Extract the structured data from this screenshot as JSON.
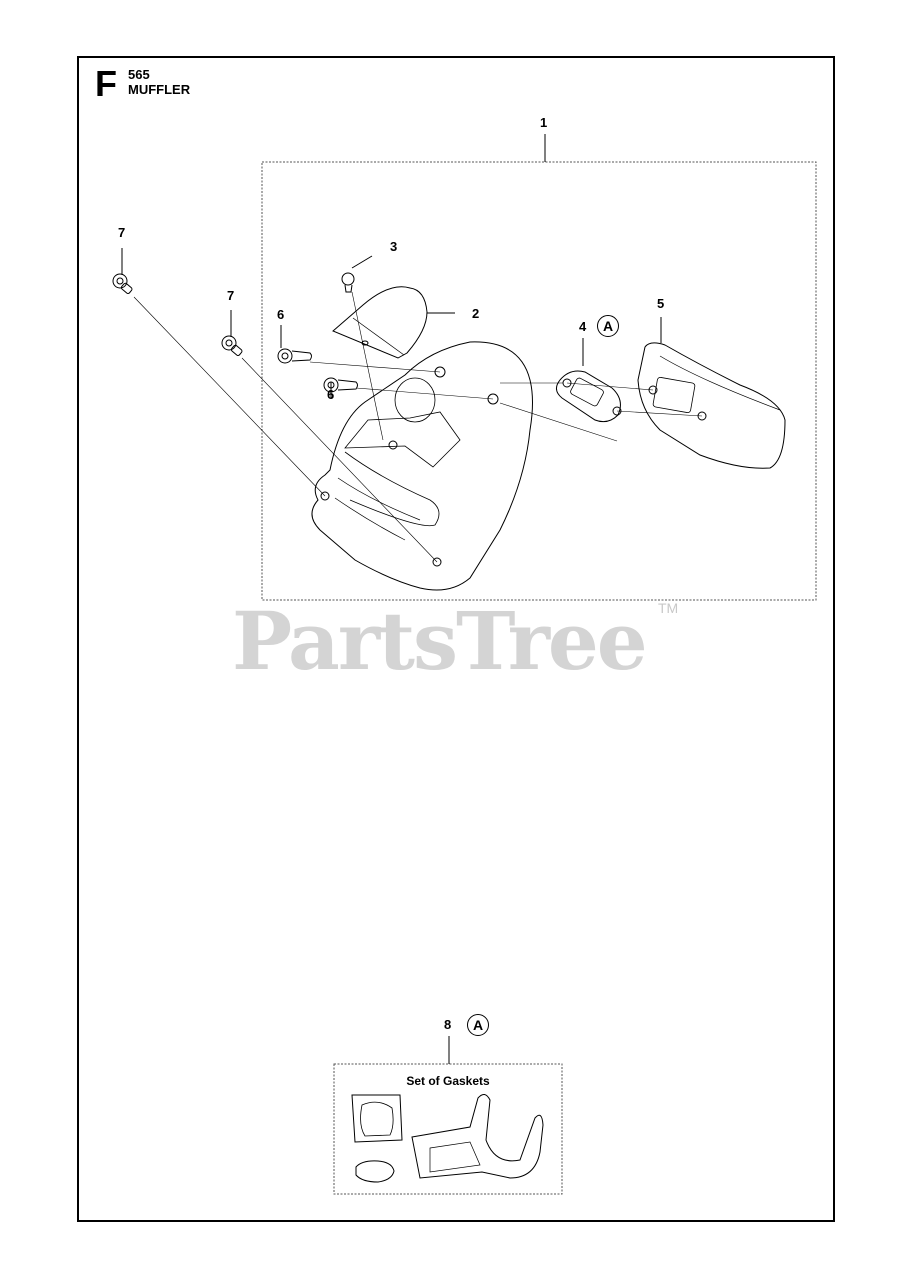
{
  "header": {
    "section_letter": "F",
    "section_number": "565",
    "section_title": "MUFFLER"
  },
  "callouts": [
    {
      "id": "1",
      "label": "1"
    },
    {
      "id": "2",
      "label": "2"
    },
    {
      "id": "3",
      "label": "3"
    },
    {
      "id": "4",
      "label": "4"
    },
    {
      "id": "5",
      "label": "5"
    },
    {
      "id": "6a",
      "label": "6"
    },
    {
      "id": "6b",
      "label": "6"
    },
    {
      "id": "7a",
      "label": "7"
    },
    {
      "id": "7b",
      "label": "7"
    },
    {
      "id": "8",
      "label": "8"
    }
  ],
  "reference_markers": {
    "kit_ref_4": "A",
    "kit_ref_8": "A"
  },
  "kit": {
    "title": "Set of Gaskets"
  },
  "watermark": {
    "text": "PartsTree",
    "trademark": "TM"
  },
  "colors": {
    "line": "#000000",
    "watermark": "#d4d4d4"
  }
}
